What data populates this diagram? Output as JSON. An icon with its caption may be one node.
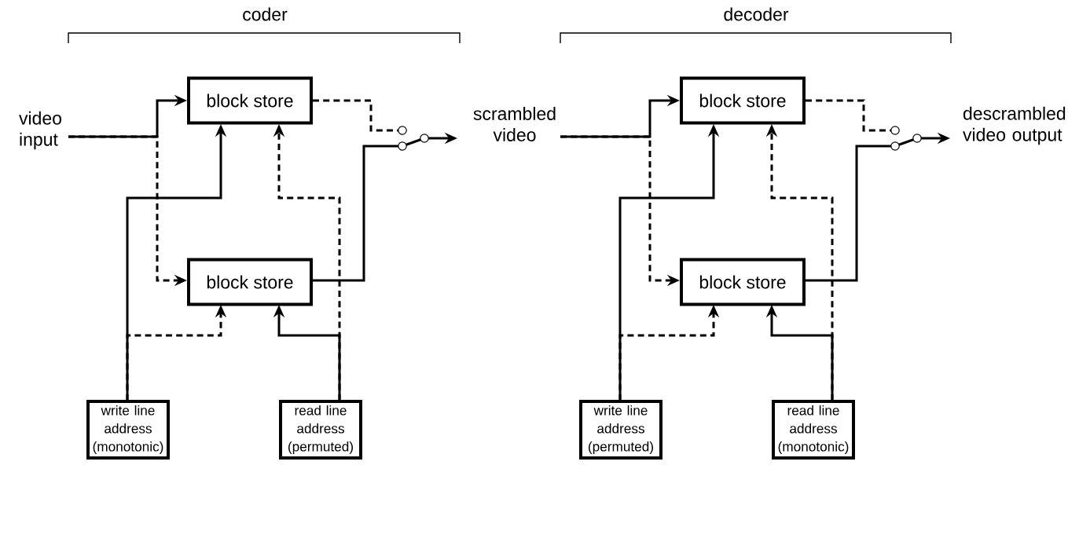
{
  "diagram": {
    "nodes": [
      {
        "text": [
          "video input"
        ]
      },
      {
        "text": [
          "block store"
        ]
      },
      {
        "text": [
          "block store"
        ]
      },
      {
        "text": [],
        "shape": "switch"
      },
      {
        "text": [
          "scrambled video"
        ]
      },
      {
        "text": [
          "write line address (monotonic)"
        ]
      },
      {
        "text": [
          "read line address (permuted)"
        ]
      },
      {
        "text": [
          "block store"
        ]
      },
      {
        "text": [
          "block store"
        ]
      },
      {
        "text": [],
        "shape": "switch"
      },
      {
        "text": [
          "descrambled video output"
        ]
      },
      {
        "text": [
          "write line address (permuted)"
        ]
      },
      {
        "text": [
          "read line address (monotonic)"
        ]
      }
    ],
    "edges": [
      {
        "from": 0,
        "to": 1,
        "arrow": "to"
      },
      {
        "from": 0,
        "to": 2,
        "arrow": "to",
        "style": "dashed"
      },
      {
        "from": 5,
        "to": 1,
        "arrow": "to"
      },
      {
        "from": 5,
        "to": 2,
        "arrow": "to",
        "style": "dashed"
      },
      {
        "from": 6,
        "to": 1,
        "arrow": "to",
        "style": "dashed"
      },
      {
        "from": 6,
        "to": 2,
        "arrow": "to"
      },
      {
        "from": 1,
        "to": 3,
        "arrow": "none",
        "style": "dashed"
      },
      {
        "from": 2,
        "to": 3,
        "arrow": "none"
      },
      {
        "from": 3,
        "to": 4,
        "arrow": "to"
      },
      {
        "from": 4,
        "to": 7,
        "arrow": "to"
      },
      {
        "from": 4,
        "to": 8,
        "arrow": "to",
        "style": "dashed"
      },
      {
        "from": 11,
        "to": 7,
        "arrow": "to"
      },
      {
        "from": 11,
        "to": 8,
        "arrow": "to",
        "style": "dashed"
      },
      {
        "from": 12,
        "to": 7,
        "arrow": "to",
        "style": "dashed"
      },
      {
        "from": 12,
        "to": 8,
        "arrow": "to"
      },
      {
        "from": 7,
        "to": 9,
        "arrow": "none",
        "style": "dashed"
      },
      {
        "from": 8,
        "to": 9,
        "arrow": "none"
      },
      {
        "from": 9,
        "to": 10,
        "arrow": "to"
      }
    ],
    "labels": [
      "coder",
      "decoder"
    ]
  }
}
